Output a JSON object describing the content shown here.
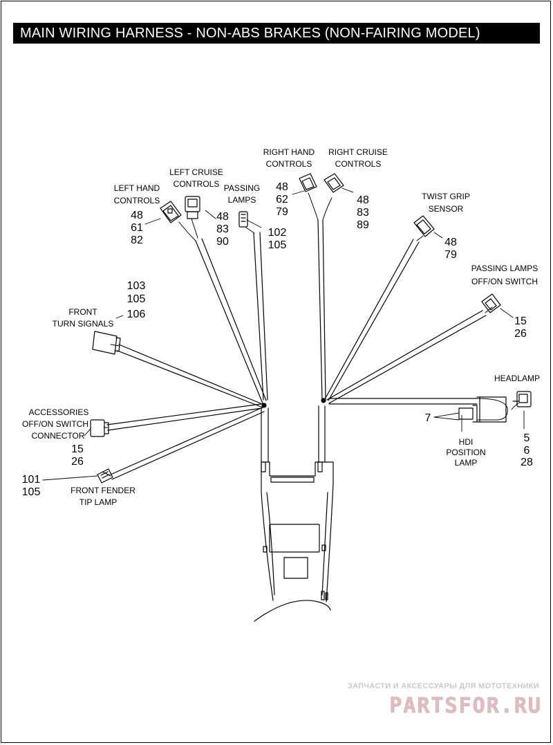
{
  "title": "MAIN WIRING HARNESS - NON-ABS BRAKES (NON-FAIRING MODEL)",
  "connectors": [
    {
      "id": "left-hand-controls",
      "label": [
        "LEFT HAND",
        "CONTROLS"
      ],
      "refs": [
        "48",
        "61",
        "82"
      ]
    },
    {
      "id": "left-cruise-controls",
      "label": [
        "LEFT CRUISE",
        "CONTROLS"
      ],
      "refs": [
        "48",
        "83",
        "90"
      ]
    },
    {
      "id": "passing-lamps",
      "label": [
        "PASSING",
        "LAMPS"
      ],
      "refs": [
        "102",
        "105"
      ]
    },
    {
      "id": "right-hand-controls",
      "label": [
        "RIGHT HAND",
        "CONTROLS"
      ],
      "refs": [
        "48",
        "62",
        "79"
      ]
    },
    {
      "id": "right-cruise-controls",
      "label": [
        "RIGHT CRUISE",
        "CONTROLS"
      ],
      "refs": [
        "48",
        "83",
        "89"
      ]
    },
    {
      "id": "twist-grip-sensor",
      "label": [
        "TWIST GRIP",
        "SENSOR"
      ],
      "refs": [
        "48",
        "79"
      ]
    },
    {
      "id": "passing-lamps-switch",
      "label": [
        "PASSING LAMPS",
        "OFF/ON SWITCH"
      ],
      "refs": [
        "15",
        "26"
      ]
    },
    {
      "id": "headlamp",
      "label": [
        "HEADLAMP"
      ],
      "refs": [
        "5",
        "6",
        "28"
      ]
    },
    {
      "id": "hdi-position-lamp",
      "label": [
        "HDI",
        "POSITION",
        "LAMP"
      ],
      "refs": [
        "7"
      ]
    },
    {
      "id": "front-turn-signals",
      "label": [
        "FRONT",
        "TURN SIGNALS"
      ],
      "refs": [
        "103",
        "105",
        "106"
      ]
    },
    {
      "id": "accessories-switch",
      "label": [
        "ACCESSORIES",
        "OFF/ON SWITCH",
        "CONNECTOR"
      ],
      "refs": [
        "15",
        "26"
      ]
    },
    {
      "id": "front-fender-tip-lamp",
      "label": [
        "FRONT FENDER",
        "TIP LAMP"
      ],
      "refs": [
        "101",
        "105"
      ]
    }
  ],
  "watermark": {
    "tagline": "ЗАПЧАСТИ И АКСЕССУАРЫ ДЛЯ МОТОТЕХНИКИ",
    "brand": "PARTSFOR.RU"
  }
}
